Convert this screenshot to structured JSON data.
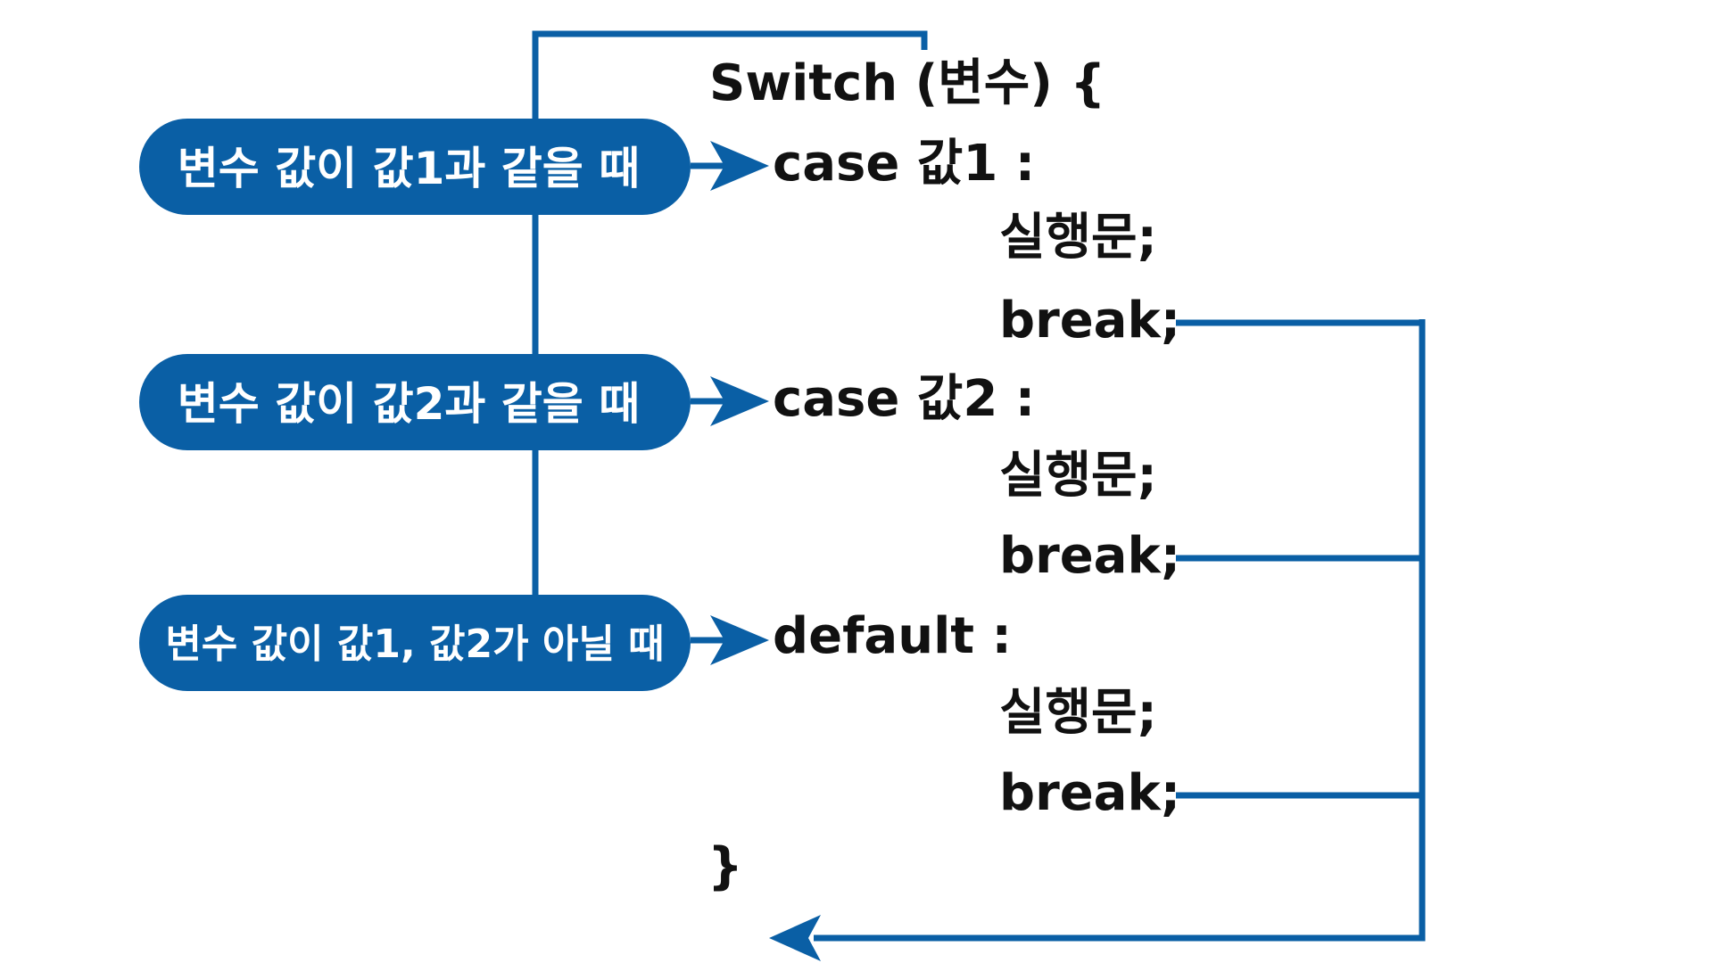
{
  "code": {
    "header": "Switch (변수) {",
    "case1": "case 값1 :",
    "case2": "case 값2 :",
    "default": "default :",
    "statement": "실행문;",
    "break": "break;",
    "close": "}"
  },
  "conditions": {
    "case1": "변수 값이 값1과 같을 때",
    "case2": "변수 값이 값2과 같을 때",
    "default": "변수 값이 값1, 값2가 아닐 때"
  },
  "colors": {
    "accent": "#0a5fa5",
    "text": "#111111",
    "pill_text": "#ffffff"
  }
}
